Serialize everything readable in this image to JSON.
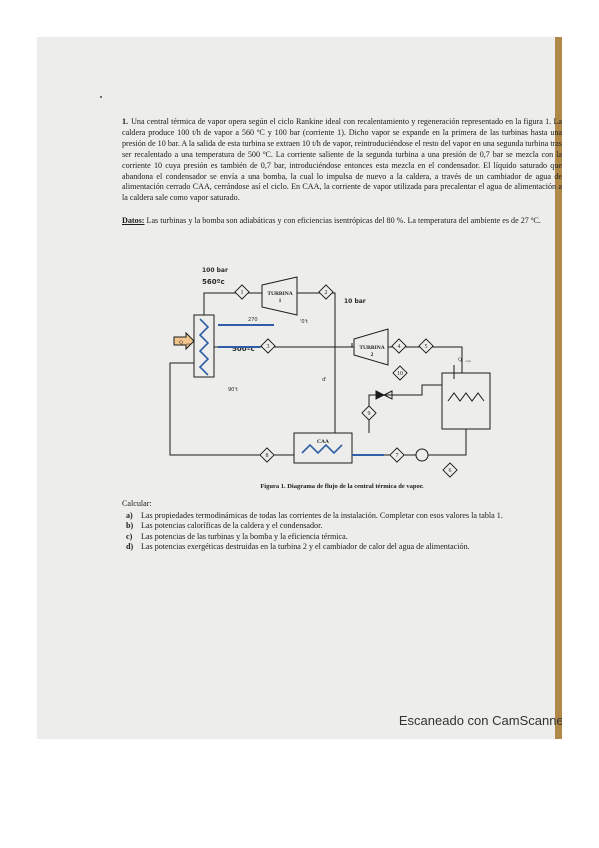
{
  "problem": {
    "number": "1.",
    "statement": "Una central térmica de vapor opera según el ciclo Rankine ideal con recalentamiento y regeneración representado en la figura 1. La caldera produce 100 t/h de vapor a 560 ºC y 100 bar (corriente 1). Dicho vapor se expande en la primera de las turbinas hasta una presión de 10 bar. A la salida de esta turbina se extraen 10 t/h de vapor, reintroduciéndose el resto del vapor en una segunda turbina tras ser recalentado a una temperatura de 500 ºC. La corriente saliente de la segunda turbina a una presión de 0,7 bar se mezcla con la corriente 10 cuya presión es también de 0,7 bar, introduciéndose entonces esta mezcla en el condensador. El líquido saturado que abandona el condensador se envía a una bomba, la cual lo impulsa de nuevo a la caldera, a través de un cambiador de agua de alimentación cerrado CAA, cerrándose así el ciclo. En CAA, la corriente de vapor utilizada para precalentar el agua de alimentación a la caldera sale como vapor saturado.",
    "data_label": "Datos:",
    "data_text": "Las turbinas y la bomba son adiabáticas y con eficiencias isentrópicas del 80 %. La temperatura del ambiente es de 27 ºC."
  },
  "diagram": {
    "turbine1_label": "TURBINA",
    "turbine1_num": "1",
    "turbine2_label": "TURBINA",
    "turbine2_num": "2",
    "caa_label": "CAA",
    "q_boiler": "Q",
    "q_boiler_sub": "cal",
    "q_condenser": "Q",
    "q_condenser_sub": "con",
    "stream_numbers": [
      "1",
      "2",
      "3",
      "4",
      "5",
      "6",
      "7",
      "8",
      "9",
      "10"
    ],
    "handwritten": {
      "p_in": "100 bar",
      "t_in": "560ºc",
      "p_mid": "10 bar",
      "t_reheat": "500ºc",
      "note_a": "270",
      "note_b": "'0't",
      "note_c": "d'",
      "note_d": "90't"
    }
  },
  "figure_caption": "Figura 1. Diagrama de flujo de la central térmica de vapor.",
  "tasks_title": "Calcular:",
  "tasks": [
    {
      "letter": "a)",
      "text": "Las propiedades termodinámicas de todas las corrientes de la instalación. Completar con esos valores la tabla 1."
    },
    {
      "letter": "b)",
      "text": "Las potencias caloríficas de la caldera y el condensador."
    },
    {
      "letter": "c)",
      "text": "Las potencias de las turbinas y la bomba y la eficiencia térmica."
    },
    {
      "letter": "d)",
      "text": "Las potencias exergéticas destruidas en la turbina 2 y el cambiador de calor del agua de alimentación."
    }
  ],
  "footer": "Escaneado con CamScanner",
  "colors": {
    "paper": "#ededeb",
    "ink": "#1b1b1b",
    "highlight_blue": "#2f5fa8",
    "highlight_orange": "#f0c48a",
    "edge": "#b0894a"
  }
}
